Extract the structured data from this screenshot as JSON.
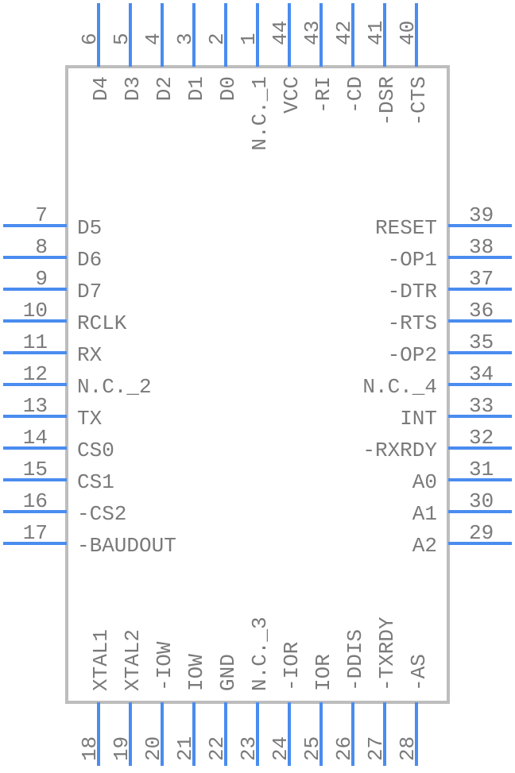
{
  "colors": {
    "pin": "#4a8cf0",
    "body": "#bdbdbd",
    "text": "#7a7a7a"
  },
  "pins": {
    "left": [
      {
        "num": "7",
        "label": "D5"
      },
      {
        "num": "8",
        "label": "D6"
      },
      {
        "num": "9",
        "label": "D7"
      },
      {
        "num": "10",
        "label": "RCLK"
      },
      {
        "num": "11",
        "label": "RX"
      },
      {
        "num": "12",
        "label": "N.C._2"
      },
      {
        "num": "13",
        "label": "TX"
      },
      {
        "num": "14",
        "label": "CS0"
      },
      {
        "num": "15",
        "label": "CS1"
      },
      {
        "num": "16",
        "label": "-CS2"
      },
      {
        "num": "17",
        "label": "-BAUDOUT"
      }
    ],
    "right": [
      {
        "num": "39",
        "label": "RESET"
      },
      {
        "num": "38",
        "label": "-OP1"
      },
      {
        "num": "37",
        "label": "-DTR"
      },
      {
        "num": "36",
        "label": "-RTS"
      },
      {
        "num": "35",
        "label": "-OP2"
      },
      {
        "num": "34",
        "label": "N.C._4"
      },
      {
        "num": "33",
        "label": "INT"
      },
      {
        "num": "32",
        "label": "-RXRDY"
      },
      {
        "num": "31",
        "label": "A0"
      },
      {
        "num": "30",
        "label": "A1"
      },
      {
        "num": "29",
        "label": "A2"
      }
    ],
    "top": [
      {
        "num": "6",
        "label": "D4"
      },
      {
        "num": "5",
        "label": "D3"
      },
      {
        "num": "4",
        "label": "D2"
      },
      {
        "num": "3",
        "label": "D1"
      },
      {
        "num": "2",
        "label": "D0"
      },
      {
        "num": "1",
        "label": "N.C._1"
      },
      {
        "num": "44",
        "label": "VCC"
      },
      {
        "num": "43",
        "label": "-RI"
      },
      {
        "num": "42",
        "label": "-CD"
      },
      {
        "num": "41",
        "label": "-DSR"
      },
      {
        "num": "40",
        "label": "-CTS"
      }
    ],
    "bottom": [
      {
        "num": "18",
        "label": "XTAL1"
      },
      {
        "num": "19",
        "label": "XTAL2"
      },
      {
        "num": "20",
        "label": "-IOW"
      },
      {
        "num": "21",
        "label": "IOW"
      },
      {
        "num": "22",
        "label": "GND"
      },
      {
        "num": "23",
        "label": "N.C._3"
      },
      {
        "num": "24",
        "label": "-IOR"
      },
      {
        "num": "25",
        "label": "IOR"
      },
      {
        "num": "26",
        "label": "-DDIS"
      },
      {
        "num": "27",
        "label": "-TXRDY"
      },
      {
        "num": "28",
        "label": "-AS"
      }
    ]
  }
}
